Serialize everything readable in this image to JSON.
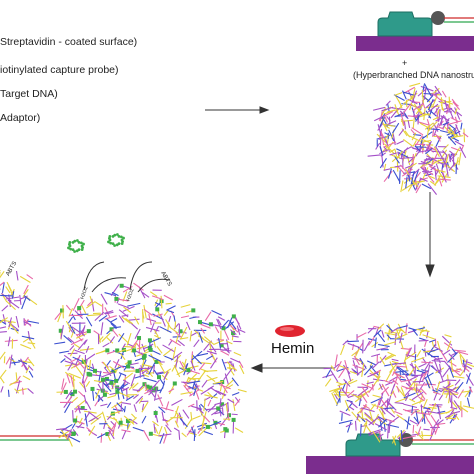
{
  "legend": {
    "streptavidin": "Streptavidin - coated surface)",
    "capture_probe": "iotinylated capture probe)",
    "target": "Target DNA)",
    "adaptor": "Adaptor)"
  },
  "nanostructure": {
    "plus": "+",
    "label": "(Hyperbranched DNA nanostruc"
  },
  "hemin": {
    "label": "Hemin"
  },
  "reaction": {
    "abts_left": "ABTS",
    "abts_right": "ABTS",
    "h2o2_left": "H2O2",
    "h2o2_right": "H2O2"
  },
  "colors": {
    "surface": "#7b2d8e",
    "streptavidin": "#2f9a8a",
    "bead": "#555555",
    "hemin": "#e0242f",
    "dna_purple": "#a450c8",
    "dna_yellow": "#e6d23a",
    "dna_pink": "#e86aa8",
    "dna_blue": "#3a4fd0",
    "dna_green": "#3fb04a",
    "capture_red": "#cf2a2a",
    "capture_green": "#2fa84f"
  }
}
